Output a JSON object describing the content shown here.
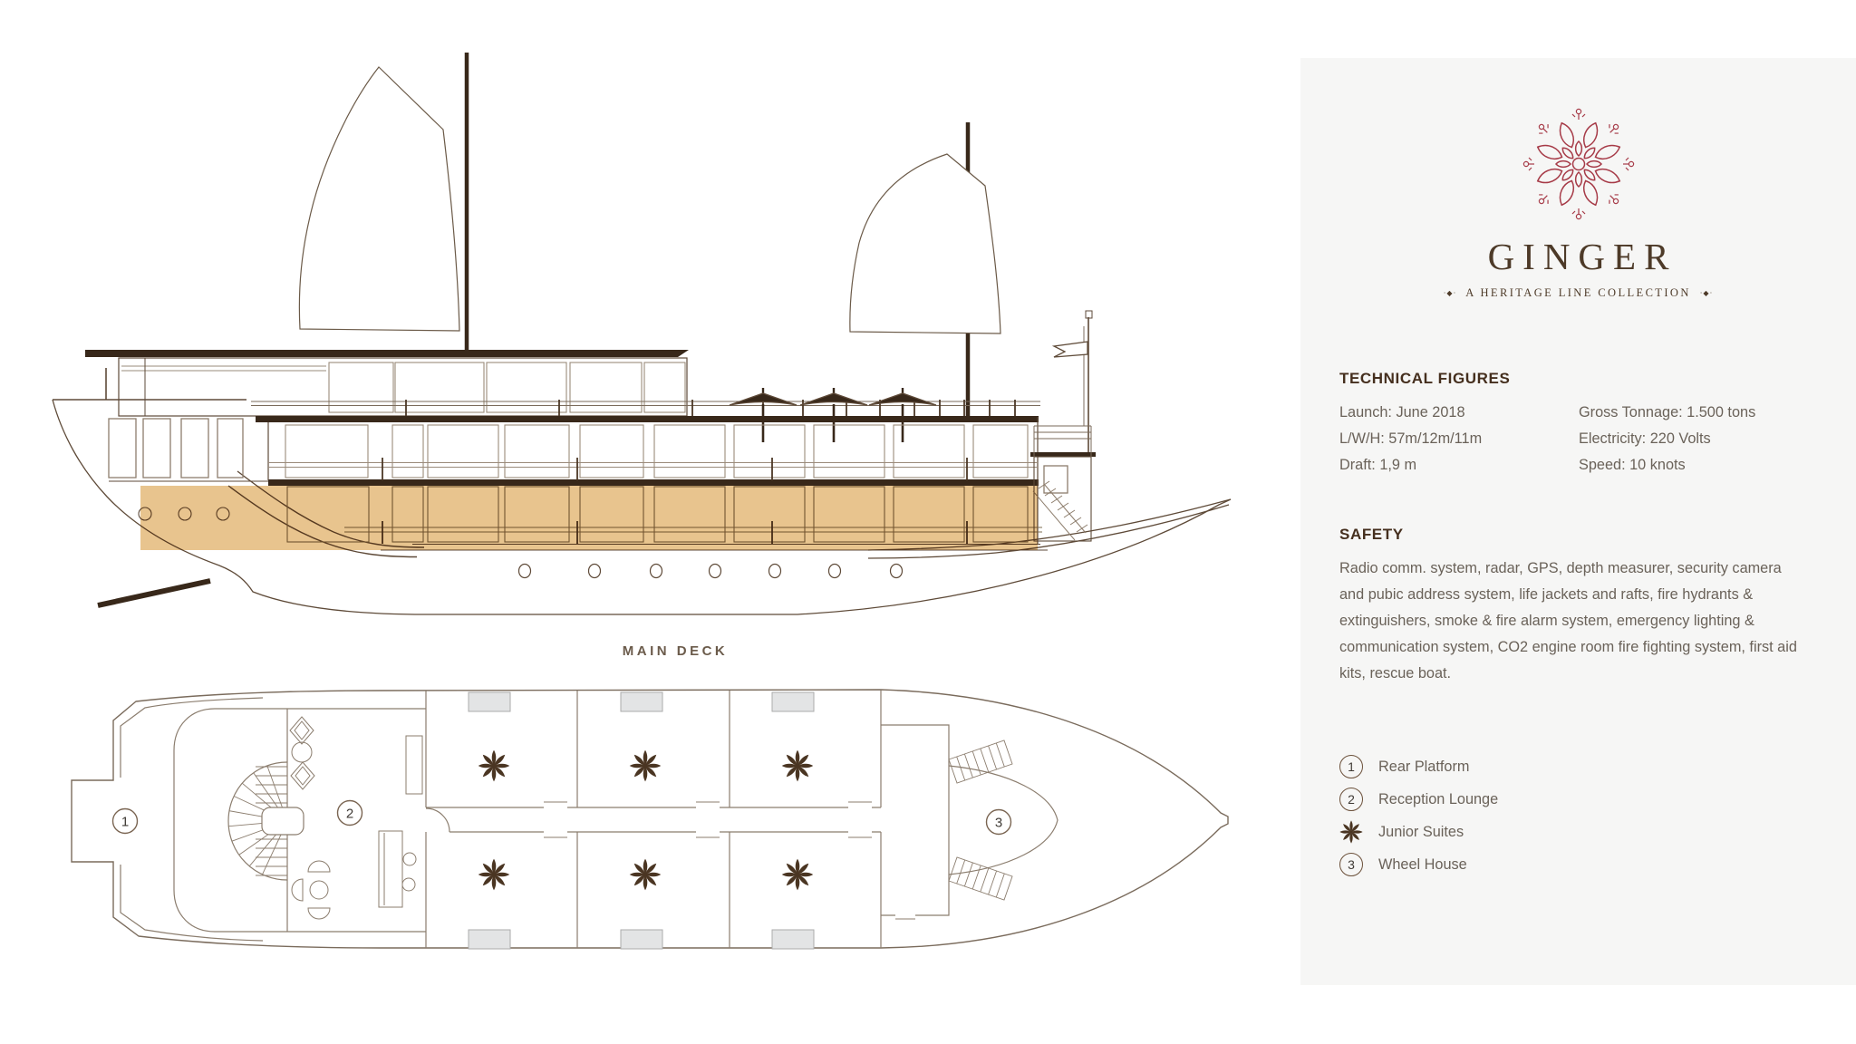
{
  "brand": {
    "name": "GINGER",
    "tagline": "A HERITAGE LINE COLLECTION",
    "tagline_ornament": "·◆·",
    "logo_icon": "lotus-mandala-icon",
    "logo_color": "#a63a47"
  },
  "technical": {
    "heading": "TECHNICAL FIGURES",
    "col1": [
      "Launch: June 2018",
      "L/W/H: 57m/12m/11m",
      "Draft: 1,9 m"
    ],
    "col2": [
      "Gross Tonnage: 1.500 tons",
      "Electricity: 220 Volts",
      "Speed: 10 knots"
    ]
  },
  "safety": {
    "heading": "SAFETY",
    "body": "Radio comm. system, radar, GPS, depth measurer, security camera and pubic address system, life jackets and rafts, fire hydrants & extinguishers, smoke & fire alarm system, emergency lighting & communication system, CO2 engine room fire fighting system, first aid kits, rescue boat."
  },
  "legend": {
    "items": [
      {
        "marker": "1",
        "icon": "circle-number",
        "label": "Rear Platform"
      },
      {
        "marker": "2",
        "icon": "circle-number",
        "label": "Reception Lounge"
      },
      {
        "marker": "star",
        "icon": "star-anise-icon",
        "label": "Junior Suites"
      },
      {
        "marker": "3",
        "icon": "circle-number",
        "label": "Wheel House"
      }
    ]
  },
  "deck_plan": {
    "title": "MAIN DECK",
    "markers": [
      {
        "number": "1",
        "area": "rear-platform"
      },
      {
        "number": "2",
        "area": "reception-lounge"
      },
      {
        "number": "3",
        "area": "wheel-house"
      }
    ],
    "junior_suites_count": 6
  },
  "colors": {
    "highlight_tan": "#e8c48e",
    "line_brown": "#5e4a38",
    "dark_bar": "#38281a",
    "panel_bg": "#f6f6f5",
    "text_brown": "#452f1e",
    "text_gray": "#6a6259"
  }
}
